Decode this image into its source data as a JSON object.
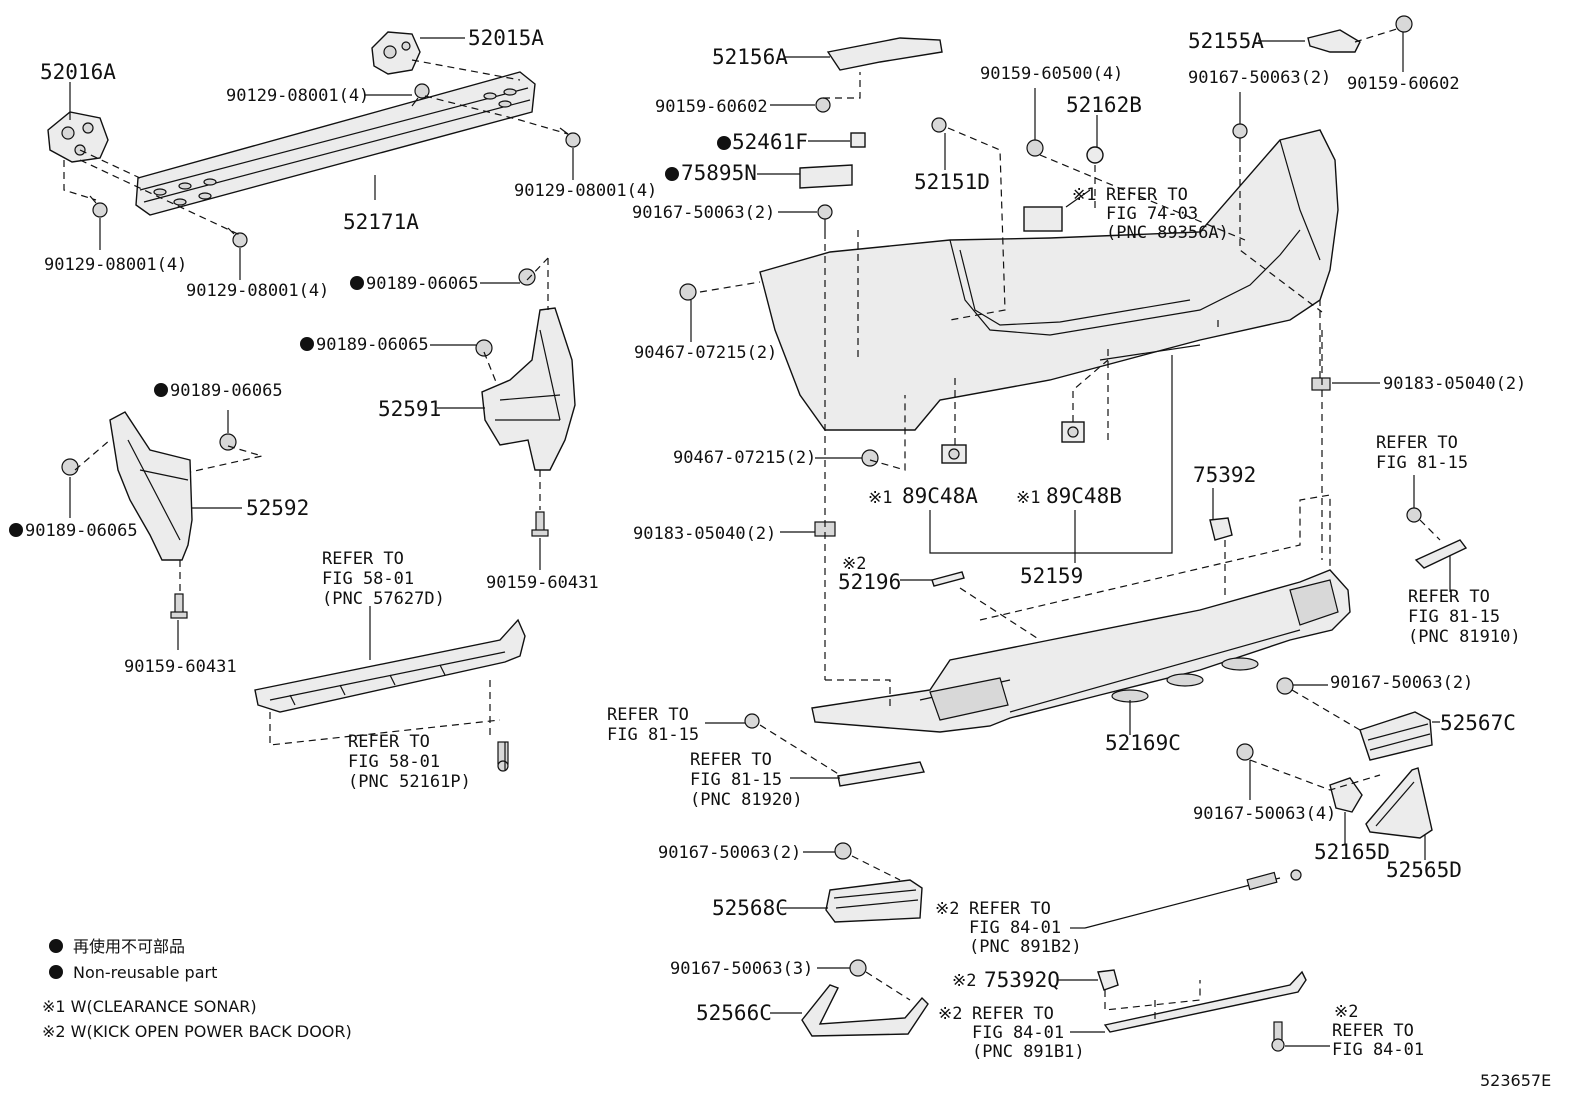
{
  "labels": {
    "p52016A": "52016A",
    "p52015A": "52015A",
    "p52171A": "52171A",
    "b90129_1": "90129-08001(4)",
    "b90129_2": "90129-08001(4)",
    "b90129_3": "90129-08001(4)",
    "b90129_4": "90129-08001(4)",
    "c90189_1": "90189-06065",
    "c90189_2": "90189-06065",
    "c90189_3": "90189-06065",
    "c90189_4": "90189-06065",
    "p52591": "52591",
    "p52592": "52592",
    "s90159_1": "90159-60431",
    "s90159_2": "90159-60431",
    "p52156A": "52156A",
    "s90159_60602a": "90159-60602",
    "p52461F": "52461F",
    "p75895N": "75895N",
    "s90167_a": "90167-50063(2)",
    "s90467_a": "90467-07215(2)",
    "s90467_b": "90467-07215(2)",
    "s90183_a": "90183-05040(2)",
    "s90159_60500": "90159-60500(4)",
    "p52162B": "52162B",
    "p52151D": "52151D",
    "ref7403_mark": "※1",
    "ref7403_1": "REFER TO",
    "ref7403_2": "FIG 74-03",
    "ref7403_3": "(PNC 89356A)",
    "p52155A": "52155A",
    "s90167_b": "90167-50063(2)",
    "s90159_60602b": "90159-60602",
    "s90183_b": "90183-05040(2)",
    "p89C48A_mark": "※1",
    "p89C48A": "89C48A",
    "p89C48B_mark": "※1",
    "p89C48B": "89C48B",
    "p75392": "75392",
    "ref8115a_1": "REFER TO",
    "ref8115a_2": "FIG 81-15",
    "ref8115b_1": "REFER TO",
    "ref8115b_2": "FIG 81-15",
    "ref8115b_3": "(PNC 81910)",
    "p52196_mark": "※2",
    "p52196": "52196",
    "p52159": "52159",
    "ref5801a_1": "REFER TO",
    "ref5801a_2": "FIG 58-01",
    "ref5801a_3": "(PNC 57627D)",
    "ref5801b_1": "REFER TO",
    "ref5801b_2": "FIG 58-01",
    "ref5801b_3": "(PNC 52161P)",
    "ref8115c_1": "REFER TO",
    "ref8115c_2": "FIG 81-15",
    "ref8115d_1": "REFER TO",
    "ref8115d_2": "FIG 81-15",
    "ref8115d_3": "(PNC 81920)",
    "p52169C": "52169C",
    "s90167_c": "90167-50063(2)",
    "p52567C": "52567C",
    "s90167_d": "90167-50063(4)",
    "p52165D": "52165D",
    "p52565D": "52565D",
    "s90167_e": "90167-50063(2)",
    "p52568C": "52568C",
    "ref8401a_mark": "※2",
    "ref8401a_1": "REFER TO",
    "ref8401a_2": "FIG 84-01",
    "ref8401a_3": "(PNC 891B2)",
    "s90167_f": "90167-50063(3)",
    "p52566C": "52566C",
    "p75392Q_mark": "※2",
    "p75392Q": "75392Q",
    "ref8401b_mark": "※2",
    "ref8401b_1": "REFER TO",
    "ref8401b_2": "FIG 84-01",
    "ref8401b_3": "(PNC 891B1)",
    "ref8401c_mark": "※2",
    "ref8401c_1": "REFER TO",
    "ref8401c_2": "FIG 84-01"
  },
  "legend": {
    "nonreusable_jp": "再使用不可部品",
    "nonreusable_en": "Non-reusable part",
    "note1": "※1 W(CLEARANCE SONAR)",
    "note2": "※2 W(KICK OPEN POWER BACK DOOR)"
  },
  "figure_id": "523657E"
}
